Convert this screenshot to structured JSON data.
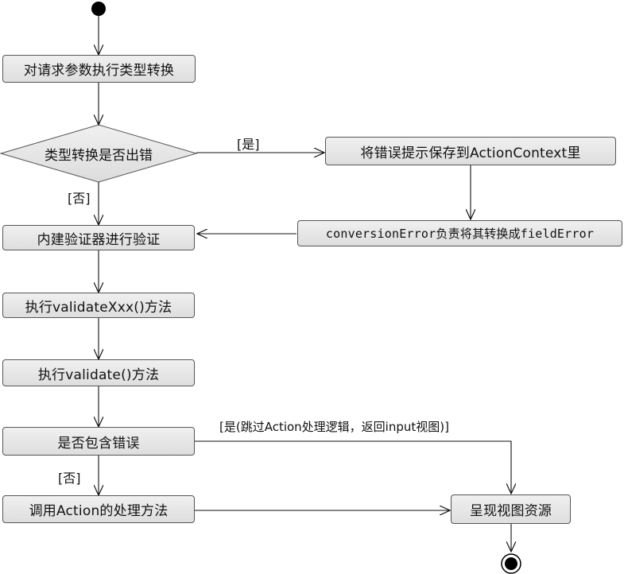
{
  "nodes": {
    "convert": "对请求参数执行类型转换",
    "decision_convert": "类型转换是否出错",
    "save_error": "将错误提示保存到ActionContext里",
    "conversion_error": "conversionError负责将其转换成fieldError",
    "builtin_validator": "内建验证器进行验证",
    "validate_xxx": "执行validateXxx()方法",
    "validate": "执行validate()方法",
    "has_errors": "是否包含错误",
    "call_action": "调用Action的处理方法",
    "render_view": "呈现视图资源"
  },
  "guards": {
    "convert_yes": "[是]",
    "convert_no": "[否]",
    "errors_yes": "[是(跳过Action处理逻辑，返回input视图)]",
    "errors_no": "[否]"
  },
  "colors": {
    "stroke": "#111111",
    "node_fill_top": "#f0f0f0",
    "node_fill_bottom": "#dedede"
  }
}
